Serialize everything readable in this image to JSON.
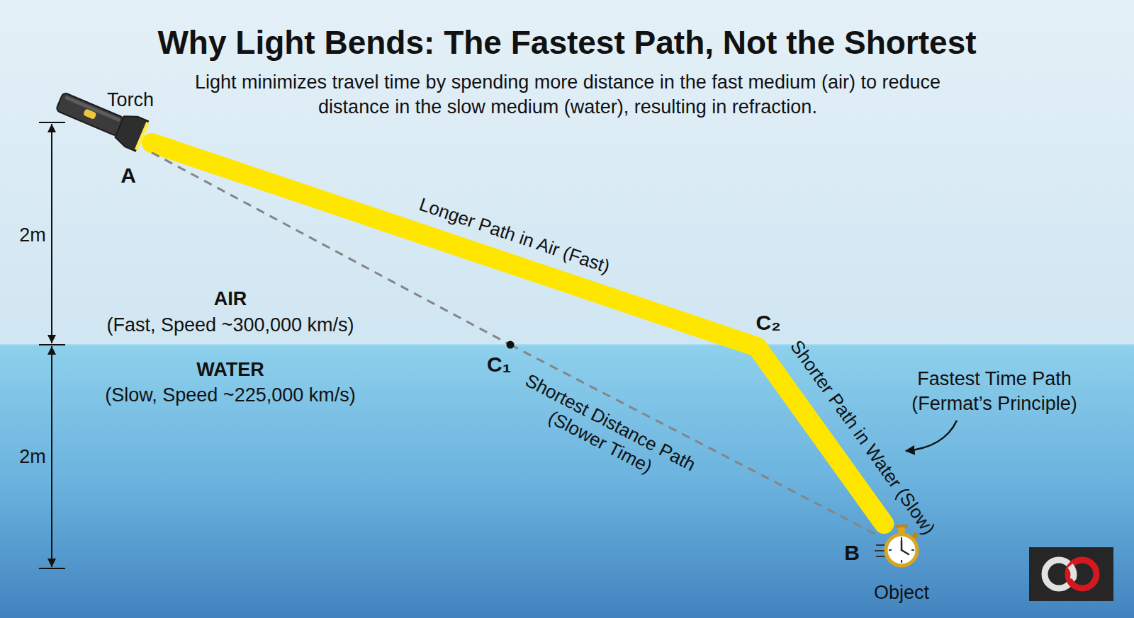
{
  "diagram": {
    "title": "Why Light Bends: The Fastest Path, Not the Shortest",
    "caption": "Light minimizes travel time by spending more distance in the fast medium (air) to reduce distance in the slow medium (water), resulting in refraction.",
    "nodes": [
      {
        "text": [
          "Torch",
          "A"
        ]
      },
      {
        "text": [
          "C₁"
        ]
      },
      {
        "text": [
          "C₂"
        ]
      },
      {
        "text": [
          "B",
          "Object"
        ]
      }
    ],
    "edges": [
      {
        "from": 0,
        "to": 2,
        "arrow": "none",
        "label": "Longer Path in Air (Fast)"
      },
      {
        "from": 2,
        "to": 3,
        "arrow": "none",
        "label": "Shorter Path in Water (Slow)"
      },
      {
        "from": 0,
        "to": 1,
        "arrow": "none"
      },
      {
        "from": 1,
        "to": 3,
        "arrow": "none",
        "label": "Shortest Distance Path (Slower Time)"
      }
    ],
    "labels": [
      "2m",
      "2m",
      "AIR",
      "(Fast, Speed ~300,000 km/s)",
      "WATER",
      "(Slow, Speed ~225,000 km/s)",
      "Fastest Time Path (Fermat’s Principle)"
    ]
  }
}
